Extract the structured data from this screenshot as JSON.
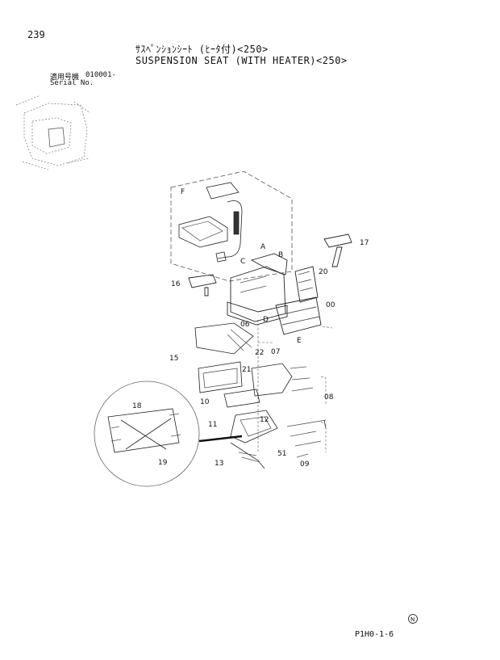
{
  "page_number": "239",
  "title_jp": "ｻｽﾍﾟﾝｼｮﾝｼｰﾄ (ﾋｰﾀ付)<250>",
  "title_en": "SUSPENSION SEAT (WITH HEATER)<250>",
  "serial": {
    "label_jp": "適用号機",
    "range": "010001-",
    "label_en": "Serial No."
  },
  "callouts": {
    "A": "A",
    "B": "B",
    "C": "C",
    "D": "D",
    "E": "E",
    "F": "F",
    "p00": "00",
    "p06": "06",
    "p07": "07",
    "p08": "08",
    "p09": "09",
    "p10": "10",
    "p11": "11",
    "p12": "12",
    "p13": "13",
    "p15": "15",
    "p16": "16",
    "p17": "17",
    "p18": "18",
    "p19": "19",
    "p20": "20",
    "p21": "21",
    "p22": "22",
    "p51": "51"
  },
  "footer": {
    "code": "P1H0-1-6",
    "mark": "N"
  }
}
